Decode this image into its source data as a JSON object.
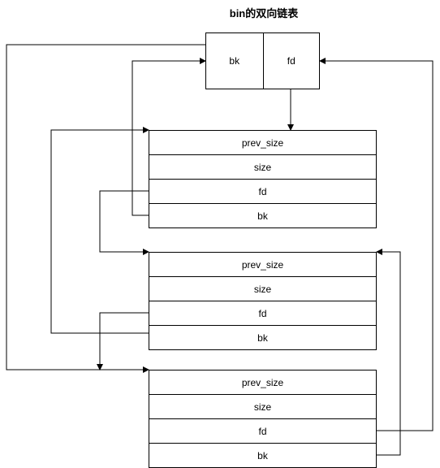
{
  "title": "bin的双向链表",
  "bin_head": {
    "bk": "bk",
    "fd": "fd"
  },
  "chunks": [
    {
      "fields": [
        "prev_size",
        "size",
        "fd",
        "bk"
      ]
    },
    {
      "fields": [
        "prev_size",
        "size",
        "fd",
        "bk"
      ]
    },
    {
      "fields": [
        "prev_size",
        "size",
        "fd",
        "bk"
      ]
    }
  ],
  "line_color": "#000000"
}
